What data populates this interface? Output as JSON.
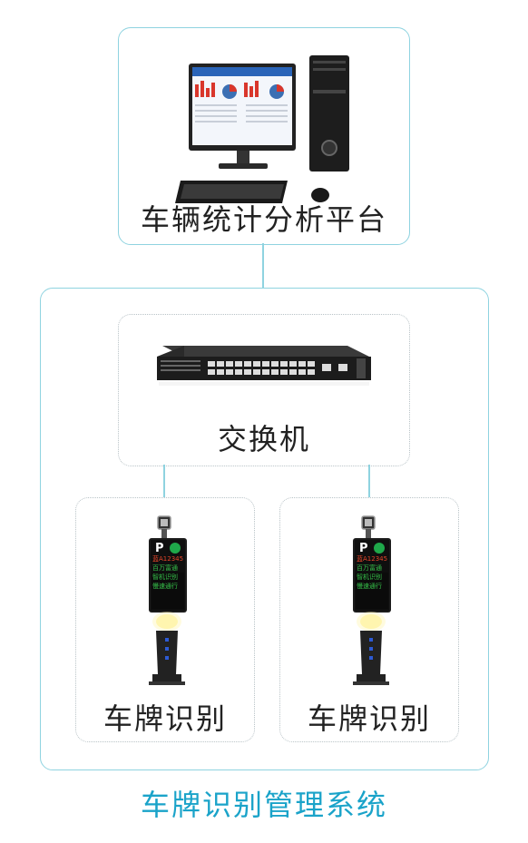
{
  "platform": {
    "label": "车辆统计分析平台"
  },
  "switch": {
    "label": "交换机"
  },
  "cameras": [
    {
      "label": "车牌识别",
      "sign_letter": "P",
      "screen_lines": [
        "蓝A12345",
        "百万富通",
        "智机识别",
        "慢速通行"
      ]
    },
    {
      "label": "车牌识别",
      "sign_letter": "P",
      "screen_lines": [
        "蓝A12345",
        "百万富通",
        "智机识别",
        "慢速通行"
      ]
    }
  ],
  "system": {
    "title": "车牌识别管理系统"
  },
  "colors": {
    "accent": "#1aa3c9",
    "border": "#8fd3e0",
    "dotted": "#b9c3c7"
  }
}
